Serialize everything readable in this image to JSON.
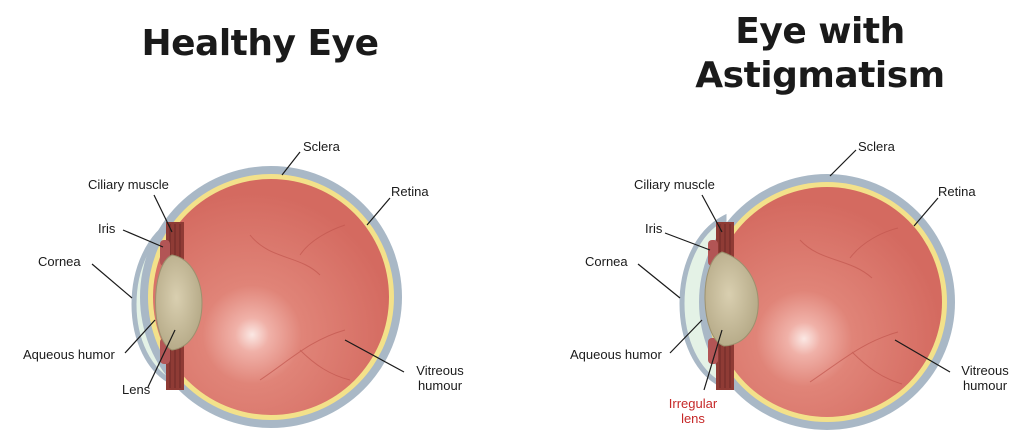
{
  "panels": [
    {
      "title": "Healthy Eye",
      "labels": {
        "sclera": "Sclera",
        "ciliary_muscle": "Ciliary muscle",
        "retina": "Retina",
        "iris": "Iris",
        "cornea": "Cornea",
        "aqueous_humor": "Aqueous humor",
        "lens": "Lens",
        "vitreous_line1": "Vitreous",
        "vitreous_line2": "humour"
      }
    },
    {
      "title_line1": "Eye with",
      "title_line2": "Astigmatism",
      "labels": {
        "sclera": "Sclera",
        "ciliary_muscle": "Ciliary muscle",
        "retina": "Retina",
        "iris": "Iris",
        "cornea": "Cornea",
        "aqueous_humor": "Aqueous humor",
        "lens_line1": "Irregular",
        "lens_line2": "lens",
        "vitreous_line1": "Vitreous",
        "vitreous_line2": "humour"
      }
    }
  ],
  "colors": {
    "sclera": "#a9b8c6",
    "retina": "#f3e18a",
    "vitreous": "#d9756b",
    "lens": "#c7bb98",
    "cornea": "#e4f2e6",
    "iris": "#b25555",
    "ciliary": "#8f3b35",
    "highlight_label": "#c62828"
  }
}
